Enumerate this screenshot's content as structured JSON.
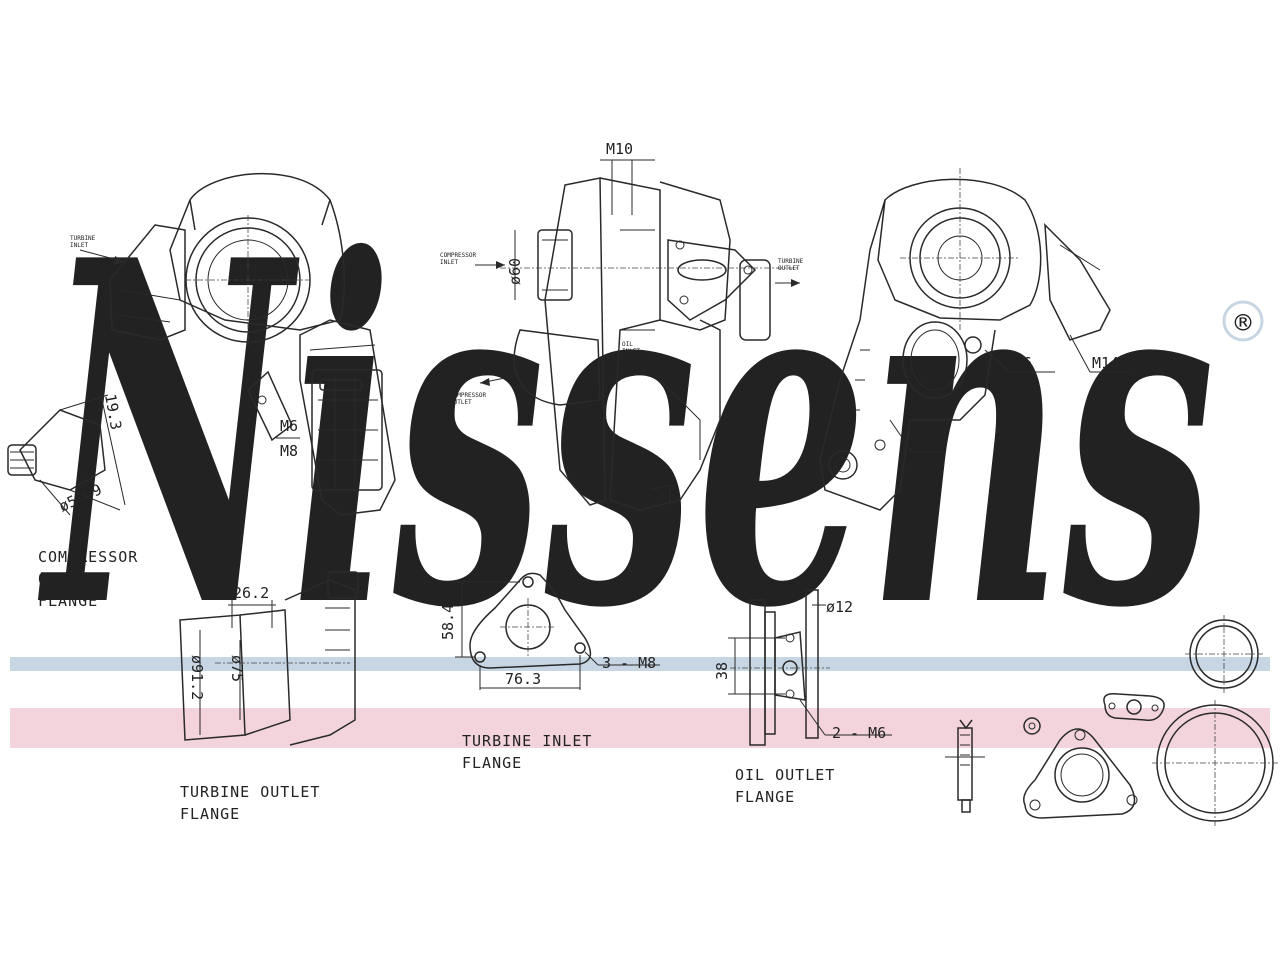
{
  "brand": {
    "watermark": "Nissens",
    "registered_mark": "®",
    "watermark_color": "#c8d6e3",
    "band_blue": "#c8d6e3",
    "band_pink": "#f3d3dc"
  },
  "labels": {
    "compressor_outlet_flange": [
      "COMPRESSOR",
      "OUTLET",
      "FLANGE"
    ],
    "turbine_outlet_flange": [
      "TURBINE OUTLET",
      "FLANGE"
    ],
    "turbine_inlet_flange": [
      "TURBINE INLET",
      "FLANGE"
    ],
    "oil_outlet_flange": [
      "OIL OUTLET",
      "FLANGE"
    ],
    "small": {
      "turbine_inlet_left": [
        "TURBINE",
        "INLET"
      ],
      "compressor_inlet": [
        "COMPRESSOR",
        "INLET"
      ],
      "turbine_outlet": [
        "TURBINE",
        "OUTLET"
      ],
      "compressor_outlet": [
        "COMPRESSOR",
        "OUTLET"
      ],
      "oil_inlet": [
        "OIL",
        "INLET"
      ]
    }
  },
  "dimensions": {
    "compressor_flange_width": "19.3",
    "compressor_flange_diameter": "ø52.9",
    "actuator_thread_upper": "M6",
    "actuator_thread_lower": "M8",
    "center_thread": "M10",
    "compressor_inlet_diameter": "ø60",
    "right_thread_upper": "M6",
    "right_thread_lower": "M6",
    "right_thread_large": "M14",
    "turbine_outlet_depth": "26.2",
    "turbine_outlet_inner": "ø75",
    "turbine_outlet_outer": "ø91.2",
    "turbine_inlet_height": "58.4",
    "turbine_inlet_width": "76.3",
    "turbine_inlet_bolts": "3 - M8",
    "oil_outlet_diameter": "ø12",
    "oil_outlet_height": "38",
    "oil_outlet_bolts": "2 - M6"
  }
}
